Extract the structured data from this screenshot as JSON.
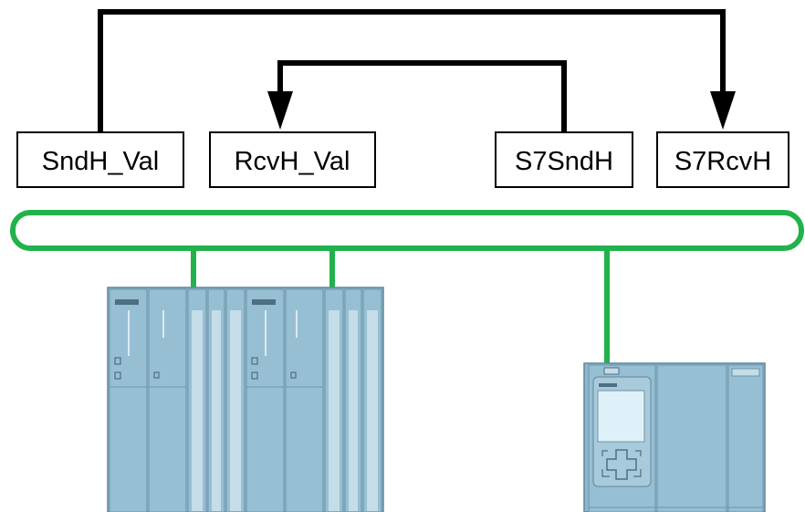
{
  "blocks": {
    "sndh_val": "SndH_Val",
    "rcvh_val": "RcvH_Val",
    "s7sndh": "S7SndH",
    "s7rcvh": "S7RcvH"
  },
  "colors": {
    "bus": "#22b24c",
    "line": "#000000",
    "plc_body": "#8fb7cb",
    "plc_light": "#c5dde8",
    "plc_dark": "#4d6f84",
    "display": "#dff1f8"
  }
}
